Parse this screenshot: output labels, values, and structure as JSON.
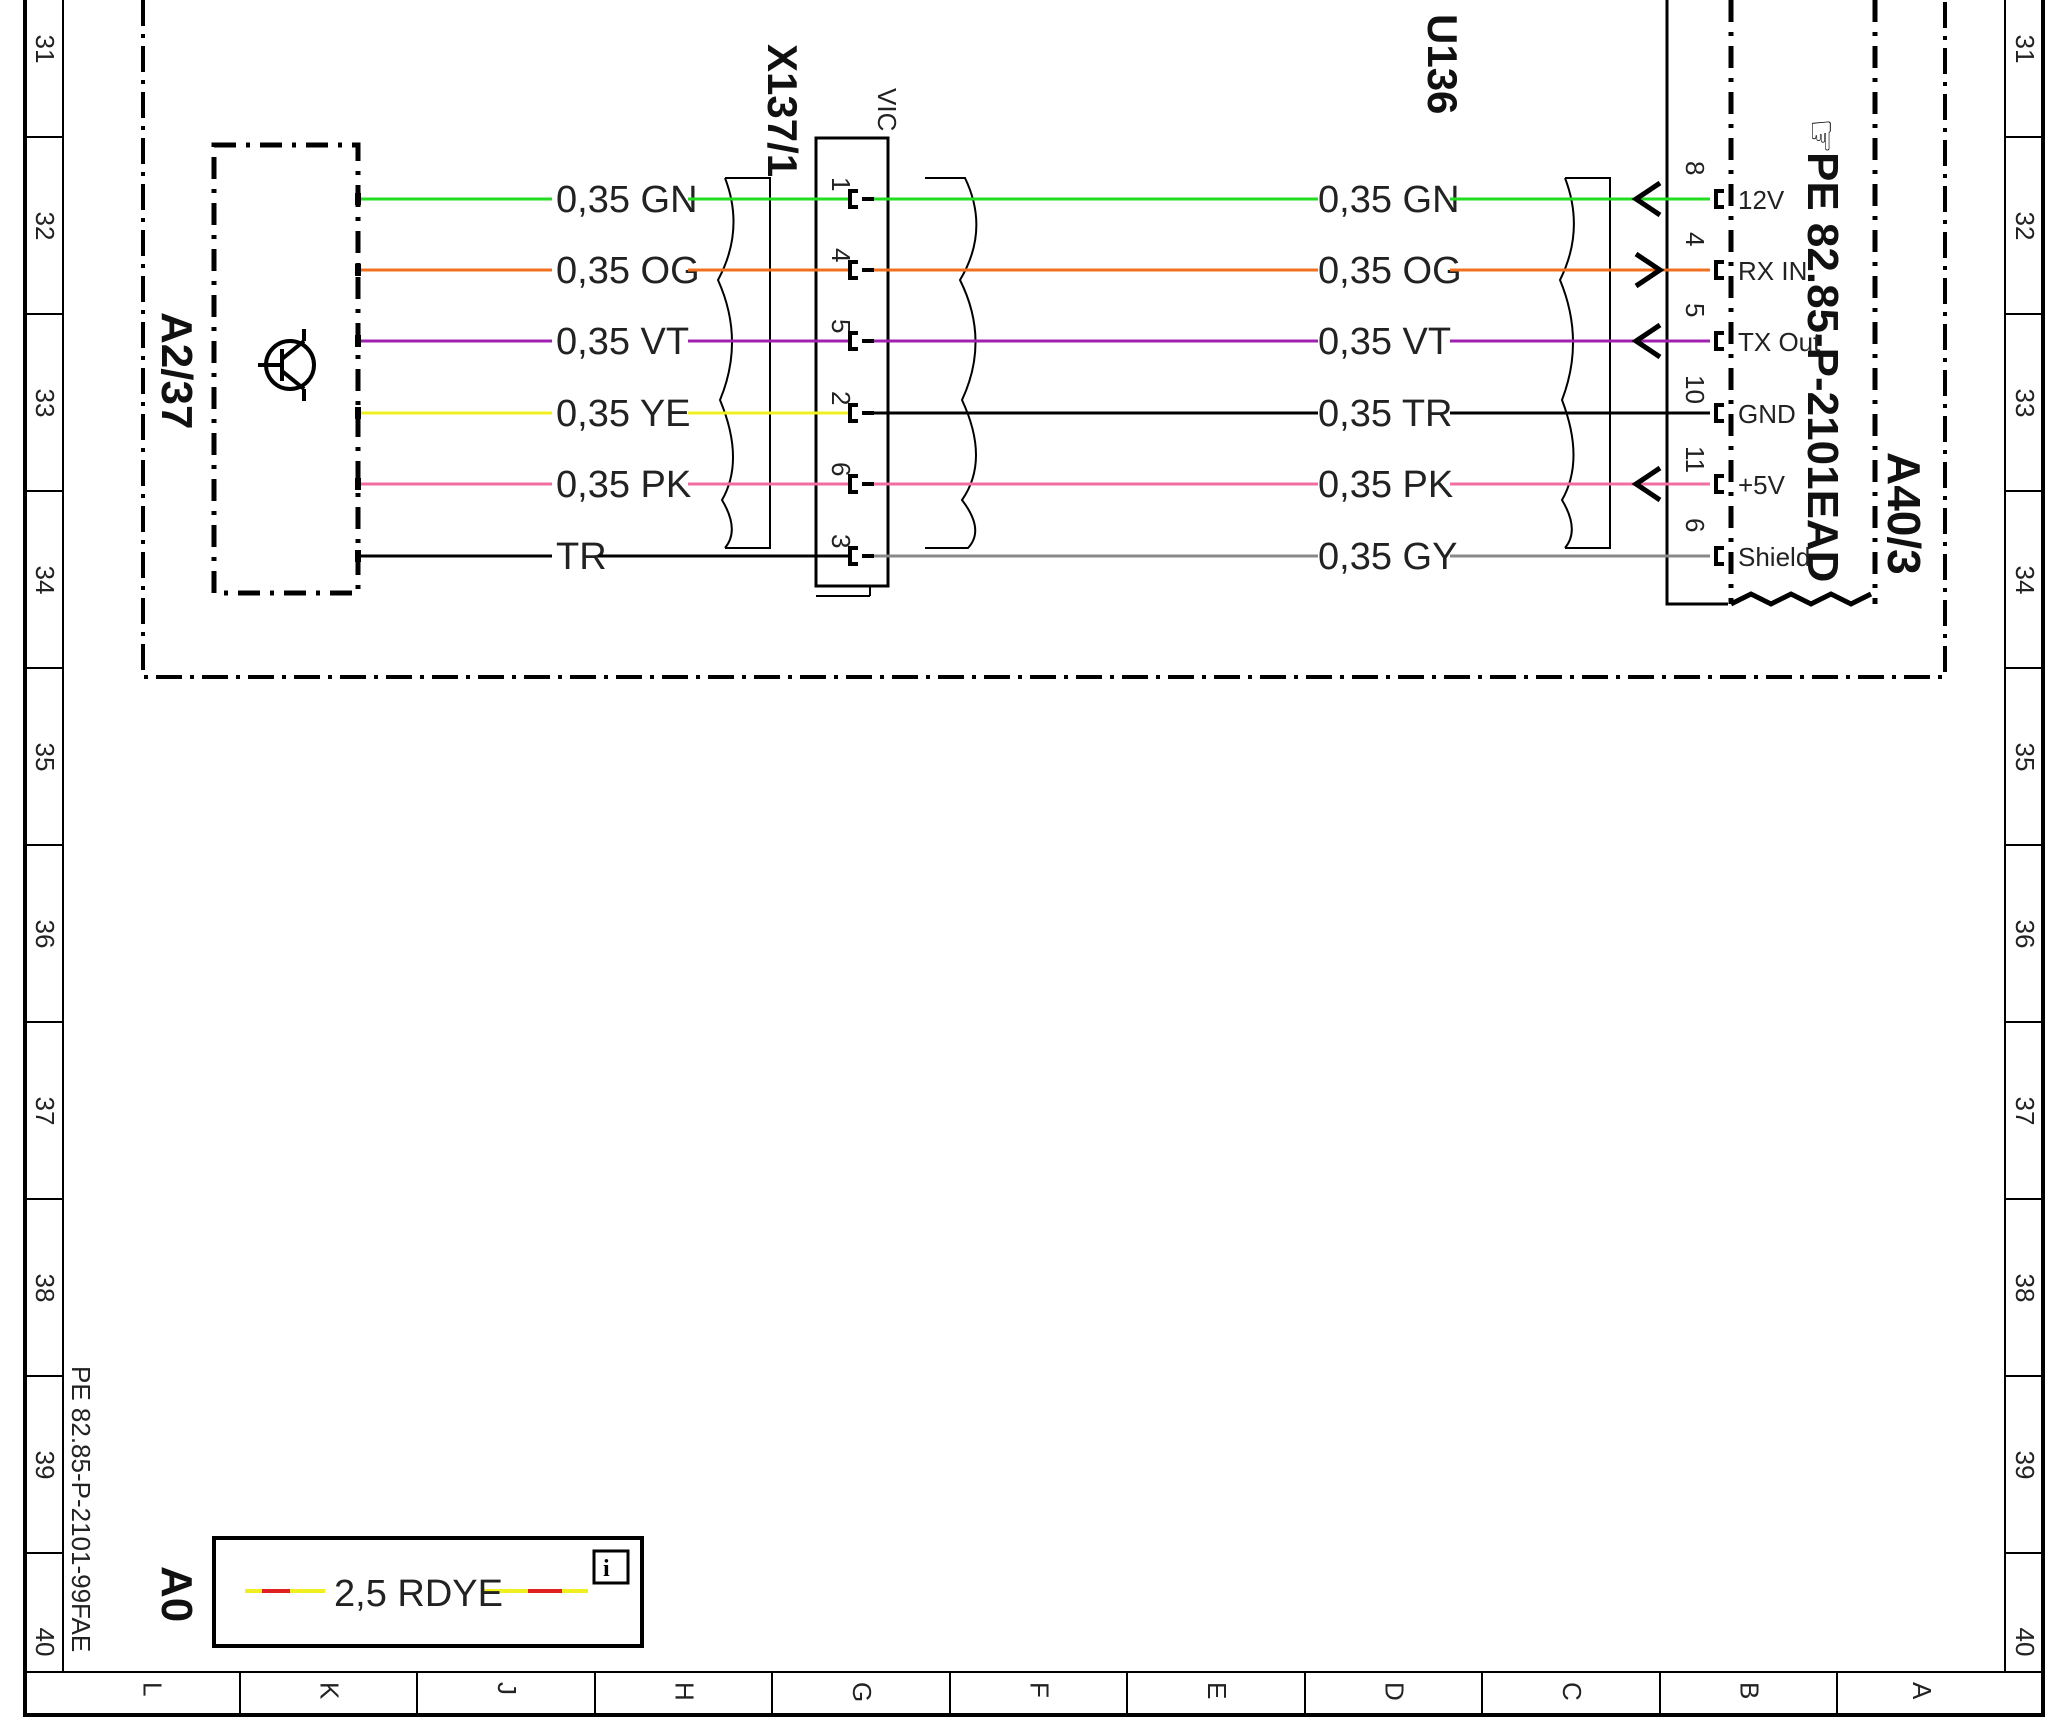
{
  "row_numbers": [
    "31",
    "32",
    "33",
    "34",
    "35",
    "36",
    "37",
    "38",
    "39",
    "40"
  ],
  "column_letters": [
    "L",
    "K",
    "J",
    "H",
    "G",
    "F",
    "E",
    "D",
    "C",
    "B",
    "A"
  ],
  "components": {
    "left_module": "A2/37",
    "connector": "X137/1",
    "connector_sub": "VIC",
    "harness_id": "U136",
    "right_module": "A40/3",
    "right_module_ref": "PE 82.85-P-2101EAD",
    "legend_module": "A0",
    "legend_wire": "2,5 RDYE",
    "doc_ref": "PE 82.85-P-2101-99FAE"
  },
  "wires": [
    {
      "left_label": "0,35 GN",
      "right_label": "0,35 GN",
      "pin_x": "1",
      "pin_b": "8",
      "signal": "12V",
      "color_left": "#22dd22",
      "color_right": "#22dd22"
    },
    {
      "left_label": "0,35 OG",
      "right_label": "0,35 OG",
      "pin_x": "4",
      "pin_b": "4",
      "signal": "RX IN",
      "color_left": "#f07020",
      "color_right": "#f07020"
    },
    {
      "left_label": "0,35 VT",
      "right_label": "0,35 VT",
      "pin_x": "5",
      "pin_b": "5",
      "signal": "TX Out",
      "color_left": "#a020b0",
      "color_right": "#a020b0"
    },
    {
      "left_label": "0,35 YE",
      "right_label": "0,35 TR",
      "pin_x": "2",
      "pin_b": "10",
      "signal": "GND",
      "color_left": "#f0f020",
      "color_right": "#000000"
    },
    {
      "left_label": "0,35 PK",
      "right_label": "0,35 PK",
      "pin_x": "6",
      "pin_b": "11",
      "signal": "+5V",
      "color_left": "#f06ea0",
      "color_right": "#f06ea0"
    },
    {
      "left_label": "TR",
      "right_label": "0,35 GY",
      "pin_x": "3",
      "pin_b": "6",
      "signal": "Shield",
      "color_left": "#000000",
      "color_right": "#888888"
    }
  ]
}
